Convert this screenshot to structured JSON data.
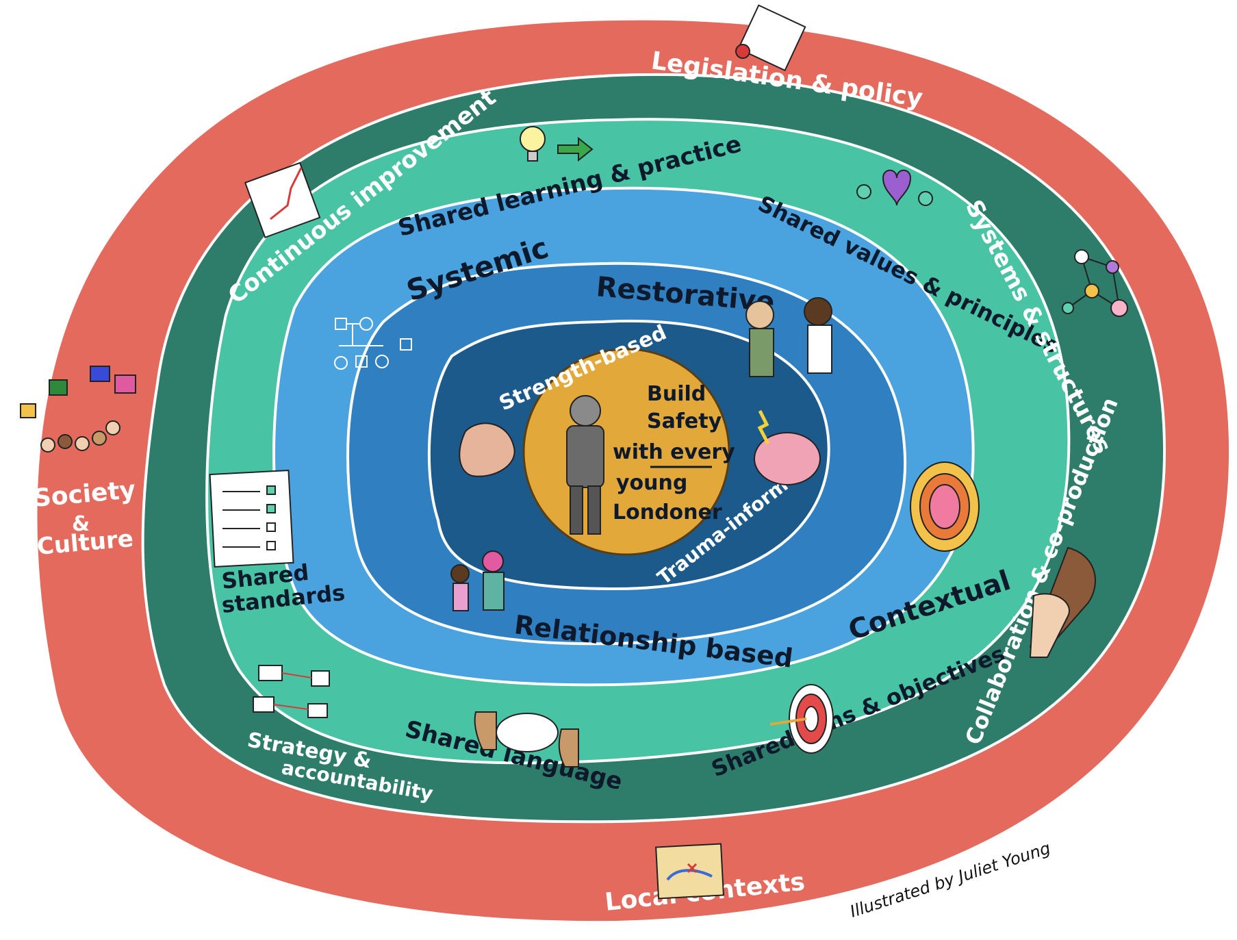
{
  "center": {
    "lines": [
      "Build",
      "Safety",
      "with every",
      "young",
      "Londoner"
    ]
  },
  "ring_inner": {
    "labels": {
      "strength": "Strength-based",
      "trauma": "Trauma-informed"
    }
  },
  "ring_approaches": {
    "labels": {
      "systemic": "Systemic",
      "restorative": "Restorative",
      "contextual": "Contextual",
      "relationship": "Relationship based"
    }
  },
  "ring_shared": {
    "labels": {
      "learning": "Shared learning & practice",
      "values": "Shared values & principles",
      "standards_1": "Shared",
      "standards_2": "standards",
      "language": "Shared language",
      "aims": "Shared aims & objectives"
    }
  },
  "ring_system": {
    "labels": {
      "improvement": "Continuous improvement",
      "systems": "Systems & structures",
      "strategy_1": "Strategy &",
      "strategy_2": "accountability",
      "collaboration": "Collaboration & co-production"
    }
  },
  "ring_outer": {
    "labels": {
      "legislation": "Legislation & policy",
      "society_1": "Society",
      "society_2": "&",
      "society_3": "Culture",
      "local": "Local contexts"
    }
  },
  "credit": "Illustrated by Juliet Young",
  "colors": {
    "outer_red": "#e46a5e",
    "dark_green": "#2e7d6b",
    "teal": "#48c3a4",
    "light_blue": "#4aa3df",
    "mid_blue": "#2f7fc1",
    "navy": "#1d5a8c",
    "gold": "#e3a83a"
  }
}
